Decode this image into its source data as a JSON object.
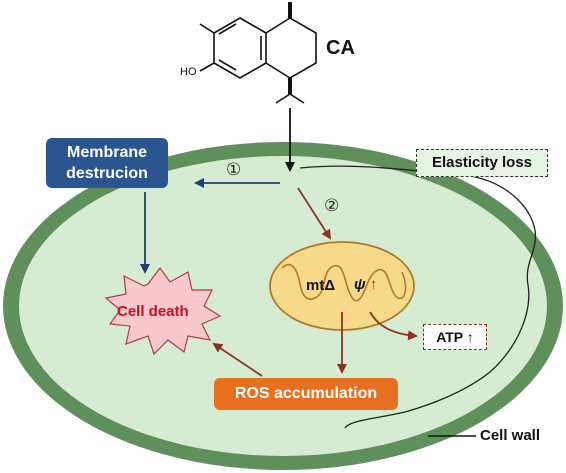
{
  "compound": {
    "name": "CA",
    "hydroxyl_label": "HO"
  },
  "pathway_markers": {
    "one": "①",
    "two": "②"
  },
  "nodes": {
    "membrane_destruction": {
      "line1": "Membrane",
      "line2": "destrucion"
    },
    "elasticity_loss": "Elasticity loss",
    "cell_death": "Cell death",
    "mitochondrion": {
      "mt_label": "mtΔ",
      "psi_label": "ψ",
      "psi_arrow": "↑"
    },
    "atp": {
      "label": "ATP",
      "arrow": "↑"
    },
    "ros_accumulation": "ROS accumulation",
    "cell_wall": "Cell wall"
  },
  "colors": {
    "cell_wall": "#5f8f5a",
    "cytoplasm": "#d6ecd2",
    "membrane_box": "#2a5590",
    "blue_arrow": "#1f3f7a",
    "brown_arrow": "#8b3520",
    "mito_fill": "#f7d98a",
    "mito_stroke": "#b07a2a",
    "cell_death_fill": "#f7c8cc",
    "cell_death_text": "#c4121c",
    "ros_box": "#e8701e",
    "red_arrow": "#cc1f1f"
  }
}
